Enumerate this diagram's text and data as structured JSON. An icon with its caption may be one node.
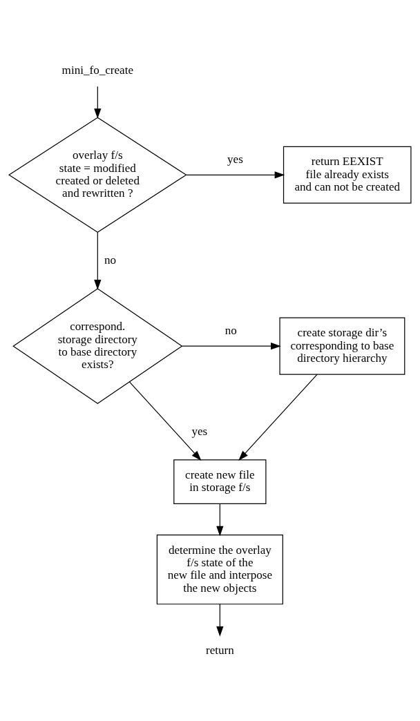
{
  "diagram": {
    "nodes": [
      {
        "text": [
          "mini_fo_create"
        ]
      },
      {
        "text": [
          "overlay f/s state = modified created or deleted and rewritten ?"
        ]
      },
      {
        "text": [
          "return EEXIST file already exists and can not be created"
        ]
      },
      {
        "text": [
          "correspond. storage directory to base directory exists?"
        ]
      },
      {
        "text": [
          "create storage dir’s corresponding to base directory hierarchy"
        ]
      },
      {
        "text": [
          "create new file in storage f/s"
        ]
      },
      {
        "text": [
          "determine the overlay f/s state of the new file and interpose the new objects"
        ]
      },
      {
        "text": [
          "return"
        ]
      }
    ],
    "edges": [
      {
        "from": 0,
        "to": 1,
        "arrow": "to"
      },
      {
        "from": 1,
        "to": 2,
        "arrow": "to",
        "label": "yes"
      },
      {
        "from": 1,
        "to": 3,
        "arrow": "to",
        "label": "no"
      },
      {
        "from": 3,
        "to": 4,
        "arrow": "to",
        "label": "no"
      },
      {
        "from": 3,
        "to": 5,
        "arrow": "to",
        "label": "yes"
      },
      {
        "from": 4,
        "to": 5,
        "arrow": "to"
      },
      {
        "from": 5,
        "to": 6,
        "arrow": "to"
      },
      {
        "from": 6,
        "to": 7,
        "arrow": "to"
      }
    ]
  }
}
